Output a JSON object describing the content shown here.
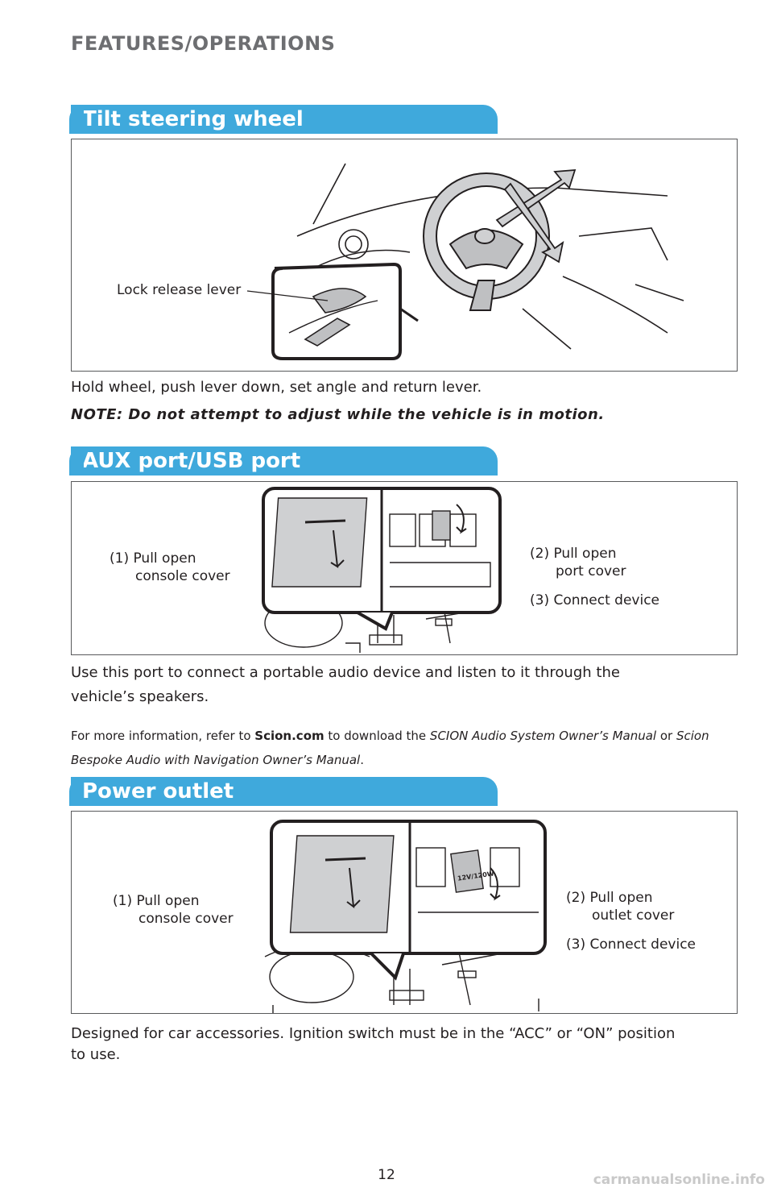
{
  "header": {
    "title": "FEATURES/OPERATIONS"
  },
  "tilt": {
    "heading": "Tilt steering wheel",
    "callout": "Lock release lever",
    "body": "Hold wheel, push lever down, set angle and return lever.",
    "note": "NOTE: Do not attempt to adjust while the vehicle is in motion."
  },
  "aux": {
    "heading": "AUX port/USB port",
    "step1_a": "(1) Pull open",
    "step1_b": "console cover",
    "step2_a": "(2) Pull open",
    "step2_b": "port cover",
    "step3": "(3) Connect device",
    "body": "Use this port to connect a portable audio device and listen to it through the vehicle’s speakers.",
    "more_prefix": "For more information, refer to ",
    "more_link": "Scion.com",
    "more_mid": " to download the ",
    "more_manual1": "SCION Audio System Owner’s Manual",
    "more_or": " or ",
    "more_manual2": "Scion Bespoke Audio with Navigation Owner’s Manual",
    "more_end": "."
  },
  "power": {
    "heading": "Power outlet",
    "step1_a": "(1) Pull open",
    "step1_b": "console cover",
    "step2_a": "(2) Pull open",
    "step2_b": "outlet cover",
    "step3": "(3) Connect device",
    "outlet_label": "12V/120W",
    "body": "Designed for car accessories. Ignition switch must be in the “ACC” or “ON” position to use."
  },
  "footer": {
    "page_number": "12",
    "watermark": "carmanualsonline.info"
  }
}
